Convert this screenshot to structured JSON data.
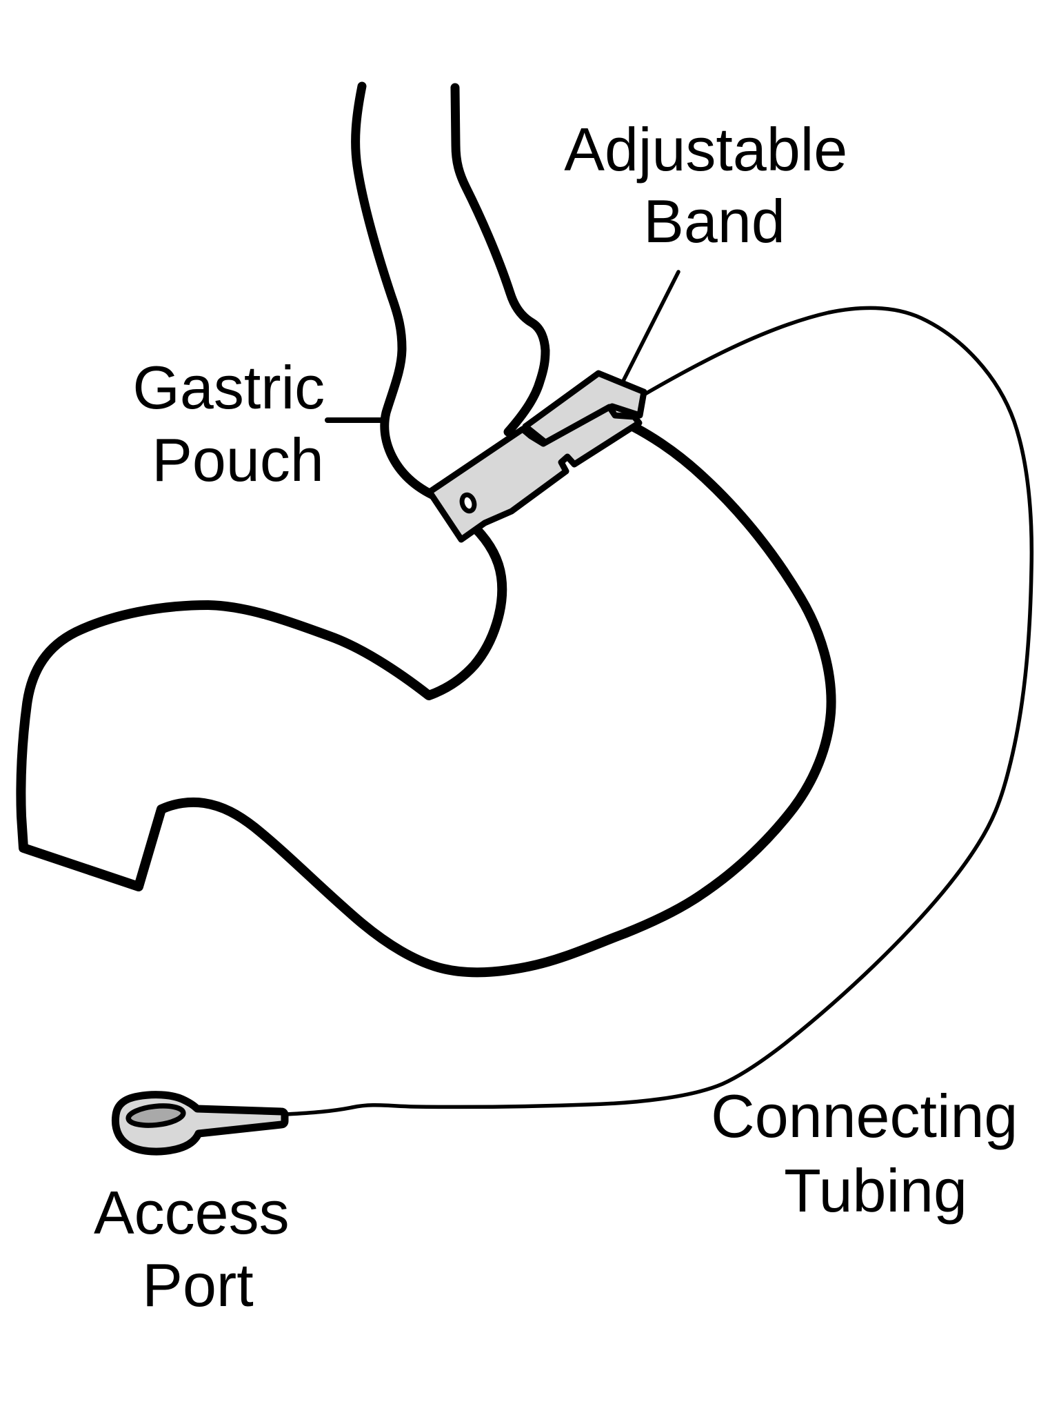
{
  "labels": {
    "adjustable_band": {
      "line1": "Adjustable",
      "line2": "Band"
    },
    "gastric_pouch": {
      "line1": "Gastric",
      "line2": "Pouch"
    },
    "access_port": {
      "line1": "Access",
      "line2": "Port"
    },
    "connecting_tubing": {
      "line1": "Connecting",
      "line2": "Tubing"
    }
  },
  "colors": {
    "outline": "#000000",
    "device_fill": "#d8d8d8",
    "port_inner_fill": "#a9a9a9",
    "background": "#ffffff"
  }
}
